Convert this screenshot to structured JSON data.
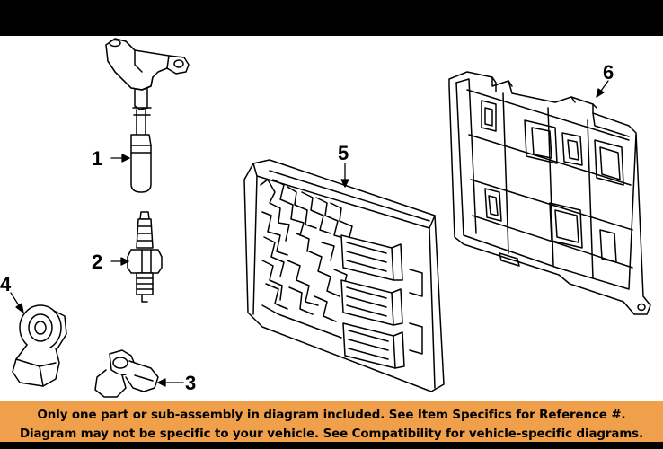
{
  "colors": {
    "top_bar": "#000000",
    "notice_background": "#f0a04b",
    "notice_text": "#000000",
    "line_art": "#000000"
  },
  "diagram": {
    "callouts": [
      {
        "id": "1",
        "label": "1",
        "part": "ignition-coil"
      },
      {
        "id": "2",
        "label": "2",
        "part": "spark-plug"
      },
      {
        "id": "3",
        "label": "3",
        "part": "camshaft-position-sensor"
      },
      {
        "id": "4",
        "label": "4",
        "part": "knock-sensor"
      },
      {
        "id": "5",
        "label": "5",
        "part": "engine-control-module"
      },
      {
        "id": "6",
        "label": "6",
        "part": "ecm-mounting-bracket"
      }
    ]
  },
  "notice": {
    "line1": "Only one part or sub-assembly in diagram included. See Item Specifics for Reference #.",
    "line2": "Diagram may not be specific to your vehicle. See Compatibility for vehicle-specific diagrams."
  }
}
